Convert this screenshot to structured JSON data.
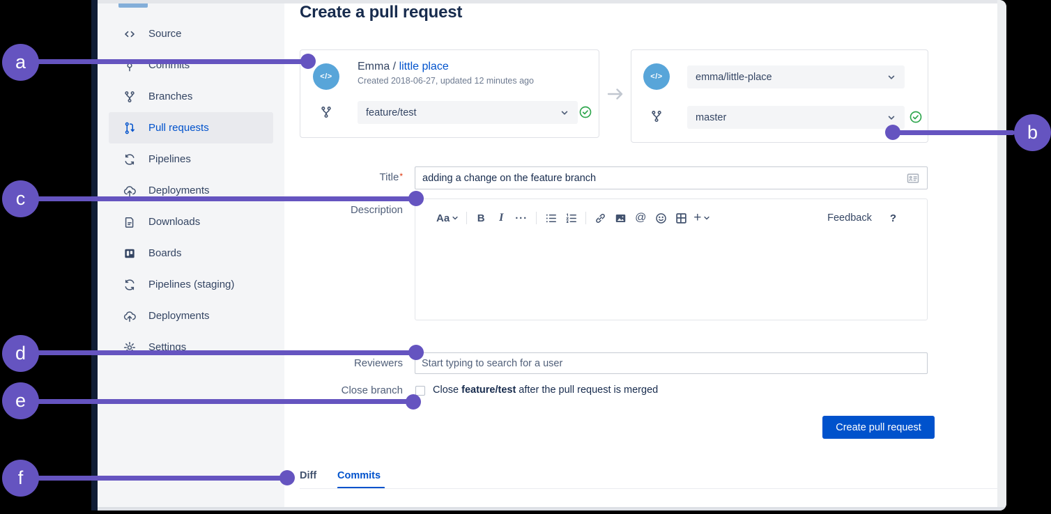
{
  "header": {
    "title": "Create a pull request"
  },
  "sidebar": {
    "items": [
      {
        "label": "Source"
      },
      {
        "label": "Commits"
      },
      {
        "label": "Branches"
      },
      {
        "label": "Pull requests"
      },
      {
        "label": "Pipelines"
      },
      {
        "label": "Deployments"
      },
      {
        "label": "Downloads"
      },
      {
        "label": "Boards"
      },
      {
        "label": "Pipelines (staging)"
      },
      {
        "label": "Deployments"
      },
      {
        "label": "Settings"
      }
    ],
    "active_item": "Pull requests"
  },
  "source_card": {
    "avatar_glyph": "</>",
    "repo_owner": "Emma / ",
    "repo_name": "little place",
    "meta": "Created 2018-06-27, updated 12 minutes ago",
    "branch": "feature/test"
  },
  "destination_card": {
    "avatar_glyph": "</>",
    "repo": "emma/little-place",
    "branch": "master"
  },
  "form": {
    "title_label": "Title",
    "required_marker": "*",
    "title_value": "adding a change on the feature branch",
    "description_label": "Description",
    "reviewers_label": "Reviewers",
    "reviewers_placeholder": "Start typing to search for a user",
    "close_branch_label": "Close branch",
    "close_sentence_pre": "Close ",
    "close_sentence_branch": "feature/test",
    "close_sentence_post": " after the pull request is merged",
    "submit_label": "Create pull request"
  },
  "editor_toolbar": {
    "text_style": "Aa",
    "bold": "B",
    "italic": "I",
    "more": "···",
    "mention": "@",
    "insert_plus": "+",
    "feedback": "Feedback",
    "help": "?"
  },
  "tabs": {
    "diff": "Diff",
    "commits": "Commits",
    "active": "Commits"
  },
  "annotations": {
    "a": "a",
    "b": "b",
    "c": "c",
    "d": "d",
    "e": "e",
    "f": "f"
  },
  "colors": {
    "annotation_purple": "#6554c0",
    "link_blue": "#0052cc",
    "button_blue": "#0052cc",
    "success_green": "#2ea64d",
    "avatar_blue": "#58a5d9",
    "heading_navy": "#172b4d"
  }
}
